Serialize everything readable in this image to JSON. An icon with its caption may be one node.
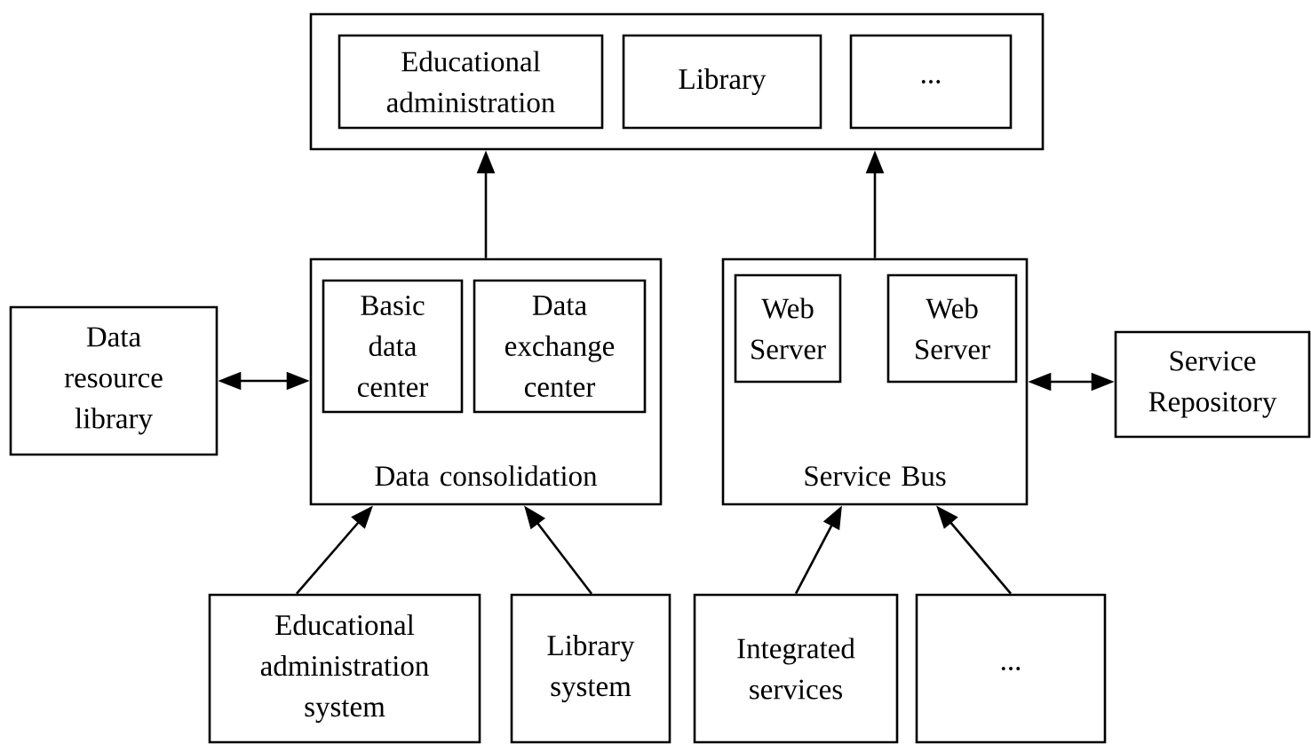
{
  "diagram": {
    "nodes": [
      {
        "text": [],
        "shape": "box"
      },
      {
        "text": [
          "Educational administration"
        ],
        "in": 0
      },
      {
        "text": [
          "Library"
        ],
        "in": 0
      },
      {
        "text": [
          "..."
        ],
        "in": 0
      },
      {
        "text": [
          "Data consolidation"
        ]
      },
      {
        "text": [
          "Basic data center"
        ],
        "in": 4
      },
      {
        "text": [
          "Data exchange center"
        ],
        "in": 4
      },
      {
        "text": [
          "Service Bus"
        ]
      },
      {
        "text": [
          "Web Server"
        ],
        "in": 7
      },
      {
        "text": [
          "Web Server"
        ],
        "in": 7
      },
      {
        "text": [
          "Data resource library"
        ]
      },
      {
        "text": [
          "Service Repository"
        ]
      },
      {
        "text": [
          "Educational administration system"
        ]
      },
      {
        "text": [
          "Library system"
        ]
      },
      {
        "text": [
          "Integrated services"
        ]
      },
      {
        "text": [
          "..."
        ]
      }
    ],
    "edges": [
      {
        "from": 4,
        "to": 0,
        "arrow": "to"
      },
      {
        "from": 7,
        "to": 0,
        "arrow": "to"
      },
      {
        "from": 10,
        "to": 4,
        "arrow": "both"
      },
      {
        "from": 7,
        "to": 11,
        "arrow": "both"
      },
      {
        "from": 12,
        "to": 4,
        "arrow": "to"
      },
      {
        "from": 13,
        "to": 4,
        "arrow": "to"
      },
      {
        "from": 14,
        "to": 7,
        "arrow": "to"
      },
      {
        "from": 15,
        "to": 7,
        "arrow": "to"
      }
    ]
  }
}
